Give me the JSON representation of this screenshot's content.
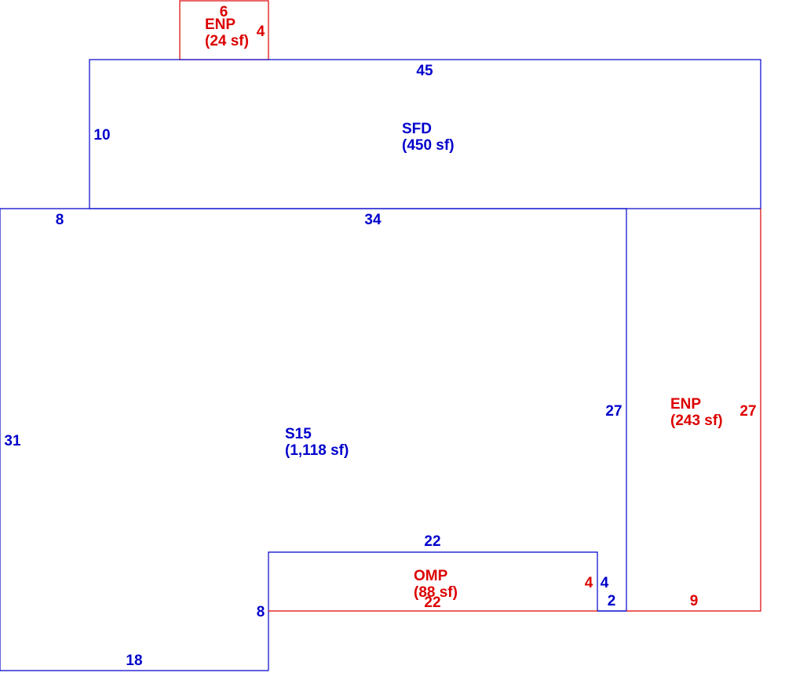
{
  "colors": {
    "living_area": "#0000cc",
    "porch_area": "#dd0000",
    "background": "#ffffff"
  },
  "areas": {
    "enp_small": {
      "label": "ENP",
      "area": "(24 sf)",
      "dim_top": "6",
      "dim_right": "4"
    },
    "sfd": {
      "label": "SFD",
      "area": "(450 sf)",
      "dim_top": "45",
      "dim_left": "10"
    },
    "s15": {
      "label": "S15",
      "area": "(1,118 sf)",
      "dim_top_left": "8",
      "dim_top": "34",
      "dim_left": "31",
      "dim_right": "27",
      "dim_bottom": "18",
      "dim_step_left": "8",
      "dim_step_top": "22",
      "dim_step_right": "4",
      "dim_step_bottom": "2"
    },
    "enp_large": {
      "label": "ENP",
      "area": "(243 sf)",
      "dim_right": "27",
      "dim_bottom": "9"
    },
    "omp": {
      "label": "OMP",
      "area": "(88 sf)",
      "dim_bottom": "22",
      "dim_right": "4"
    }
  }
}
